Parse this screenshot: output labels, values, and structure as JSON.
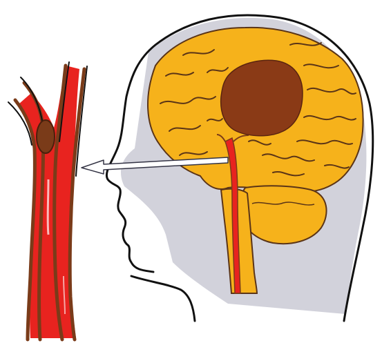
{
  "illustration": {
    "colors": {
      "background": "#ffffff",
      "outline": "#111111",
      "shadow": "#b9b9c6",
      "brain": "#f6b21b",
      "brain_folds": "#5a3417",
      "clot": "#8a3a16",
      "artery": "#e8231f",
      "vessel_wall": "#7a3b19",
      "arrow": "#ffffff"
    },
    "parts": [
      "head-outline",
      "brain",
      "cerebellum",
      "brain-stem",
      "blood-clot",
      "carotid-artery",
      "artery-closeup",
      "pointer-arrow"
    ]
  }
}
